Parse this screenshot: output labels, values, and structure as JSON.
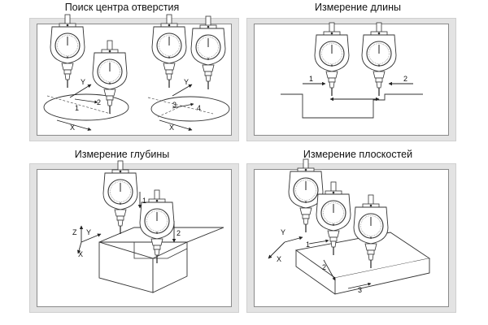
{
  "panels": [
    {
      "title": "Поиск центра отверстия",
      "labels": {
        "y_left": "Y",
        "x_left": "X",
        "n1": "1",
        "n2": "2",
        "y_right": "Y",
        "x_right": "X",
        "n3": "3",
        "n4": "4"
      }
    },
    {
      "title": "Измерение длины",
      "labels": {
        "n1": "1",
        "n2": "2"
      }
    },
    {
      "title": "Измерение глубины",
      "labels": {
        "z": "Z",
        "y": "Y",
        "x": "X",
        "n1": "1",
        "n2": "2"
      }
    },
    {
      "title": "Измерение плоскостей",
      "labels": {
        "y": "Y",
        "x": "X",
        "n1": "1",
        "n2": "2",
        "n3": "3"
      }
    }
  ]
}
